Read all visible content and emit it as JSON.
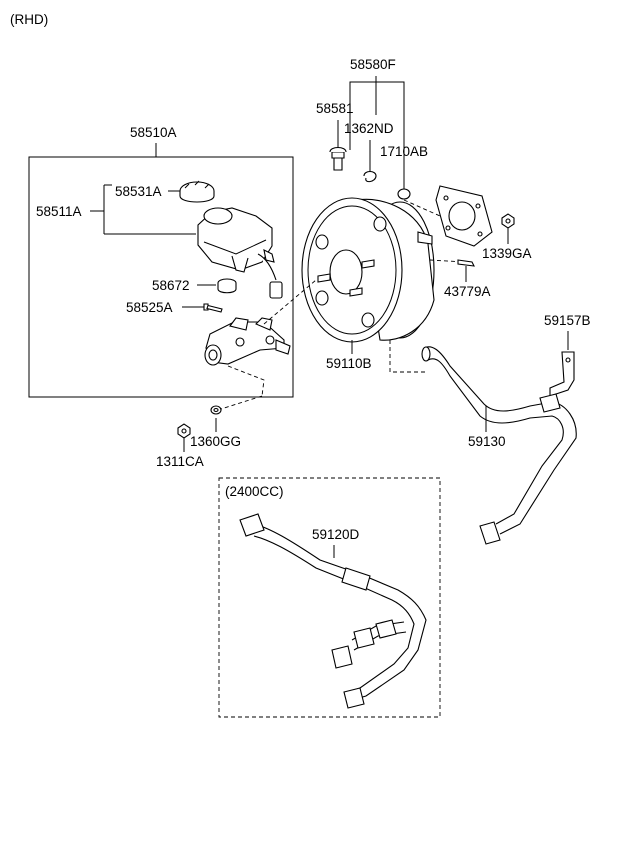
{
  "header": {
    "variant": "(RHD)"
  },
  "groups": {
    "engine_variant": "(2400CC)"
  },
  "parts": {
    "p58580F": "58580F",
    "p58581": "58581",
    "p1362ND": "1362ND",
    "p1710AB": "1710AB",
    "p58510A": "58510A",
    "p58531A": "58531A",
    "p58511A": "58511A",
    "p58672": "58672",
    "p58525A": "58525A",
    "p1339GA": "1339GA",
    "p43779A": "43779A",
    "p59157B": "59157B",
    "p59110B": "59110B",
    "p59130": "59130",
    "p1360GG": "1360GG",
    "p1311CA": "1311CA",
    "p59120D": "59120D"
  }
}
